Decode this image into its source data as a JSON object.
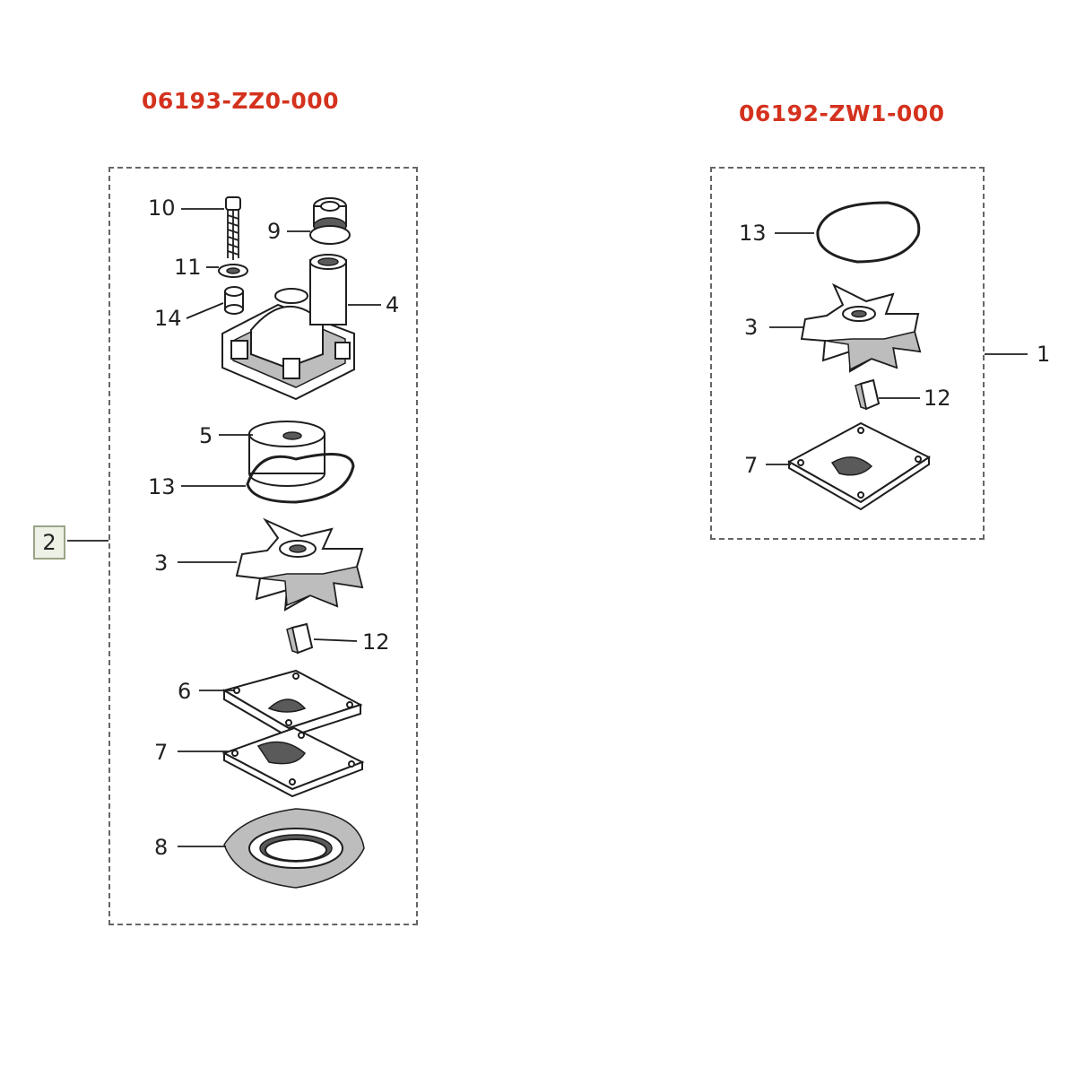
{
  "colors": {
    "kit_title": "#d4321e",
    "line": "#1e1e1e",
    "box_border": "#666666"
  },
  "left_kit": {
    "part_number": "06193-ZZ0-000",
    "kit_callout": "2",
    "callouts": {
      "bolt": "10",
      "plug": "9",
      "washer": "11",
      "collar": "14",
      "housing": "4",
      "liner": "5",
      "oring": "13",
      "impeller": "3",
      "key": "12",
      "plate": "6",
      "gasket": "7",
      "base_gasket": "8"
    }
  },
  "right_kit": {
    "part_number": "06192-ZW1-000",
    "kit_callout": "1",
    "callouts": {
      "oring": "13",
      "impeller": "3",
      "key": "12",
      "gasket": "7"
    }
  }
}
